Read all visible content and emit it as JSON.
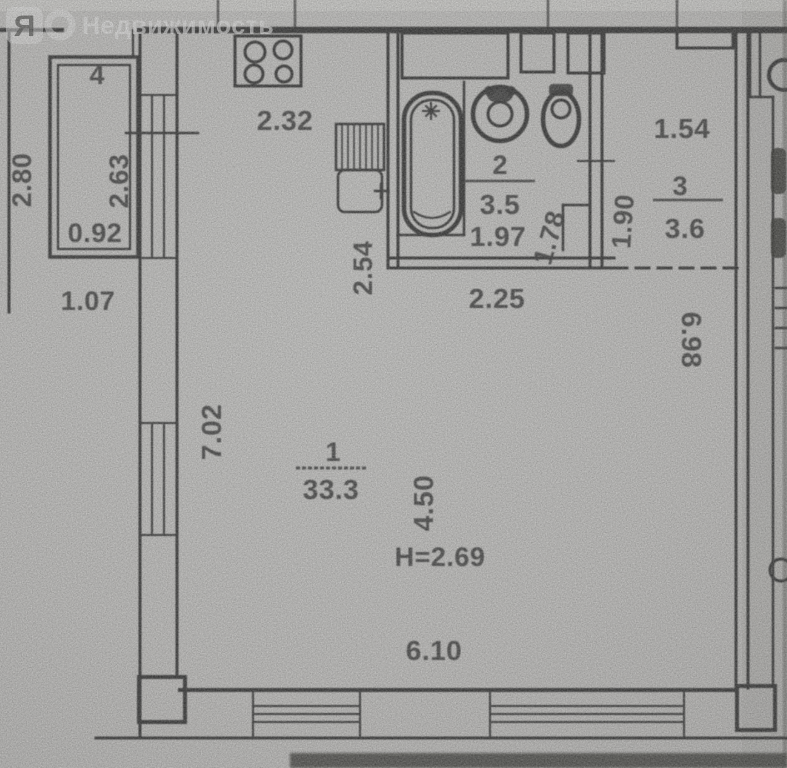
{
  "watermark": {
    "logo_letter": "Я",
    "brand": "Недвижимость"
  },
  "plan": {
    "rooms": {
      "room1": {
        "number": "1",
        "area": "33.3"
      },
      "room2": {
        "number": "2",
        "area": "3.5"
      },
      "room3": {
        "number": "3",
        "area": "3.6"
      },
      "room4": {
        "number": "4"
      }
    },
    "ceiling_height": "Н=2.69",
    "dims": {
      "balcony_height": "2.80",
      "balcony_window": "2.63",
      "balcony_width": "0.92",
      "balcony_outer": "1.07",
      "kitchen_width": "2.32",
      "kitchen_depth": "2.54",
      "bath_width": "1.97",
      "toilet_width": "1.78",
      "hall_depth": "1.90",
      "hall_width": "1.54",
      "bath_bottom": "2.25",
      "room_left": "7.02",
      "room_mid": "4.50",
      "room_right": "6.98",
      "room_bottom": "6.10"
    },
    "icons": {
      "stove": "4-burner cooktop",
      "heater": "water heater / riser",
      "bathtub": "bathtub",
      "sink": "wash basin",
      "toilet": "toilet"
    }
  },
  "colors": {
    "paper": "#d3d2d0",
    "ink": "#232321",
    "watermark": "#ffffff"
  }
}
